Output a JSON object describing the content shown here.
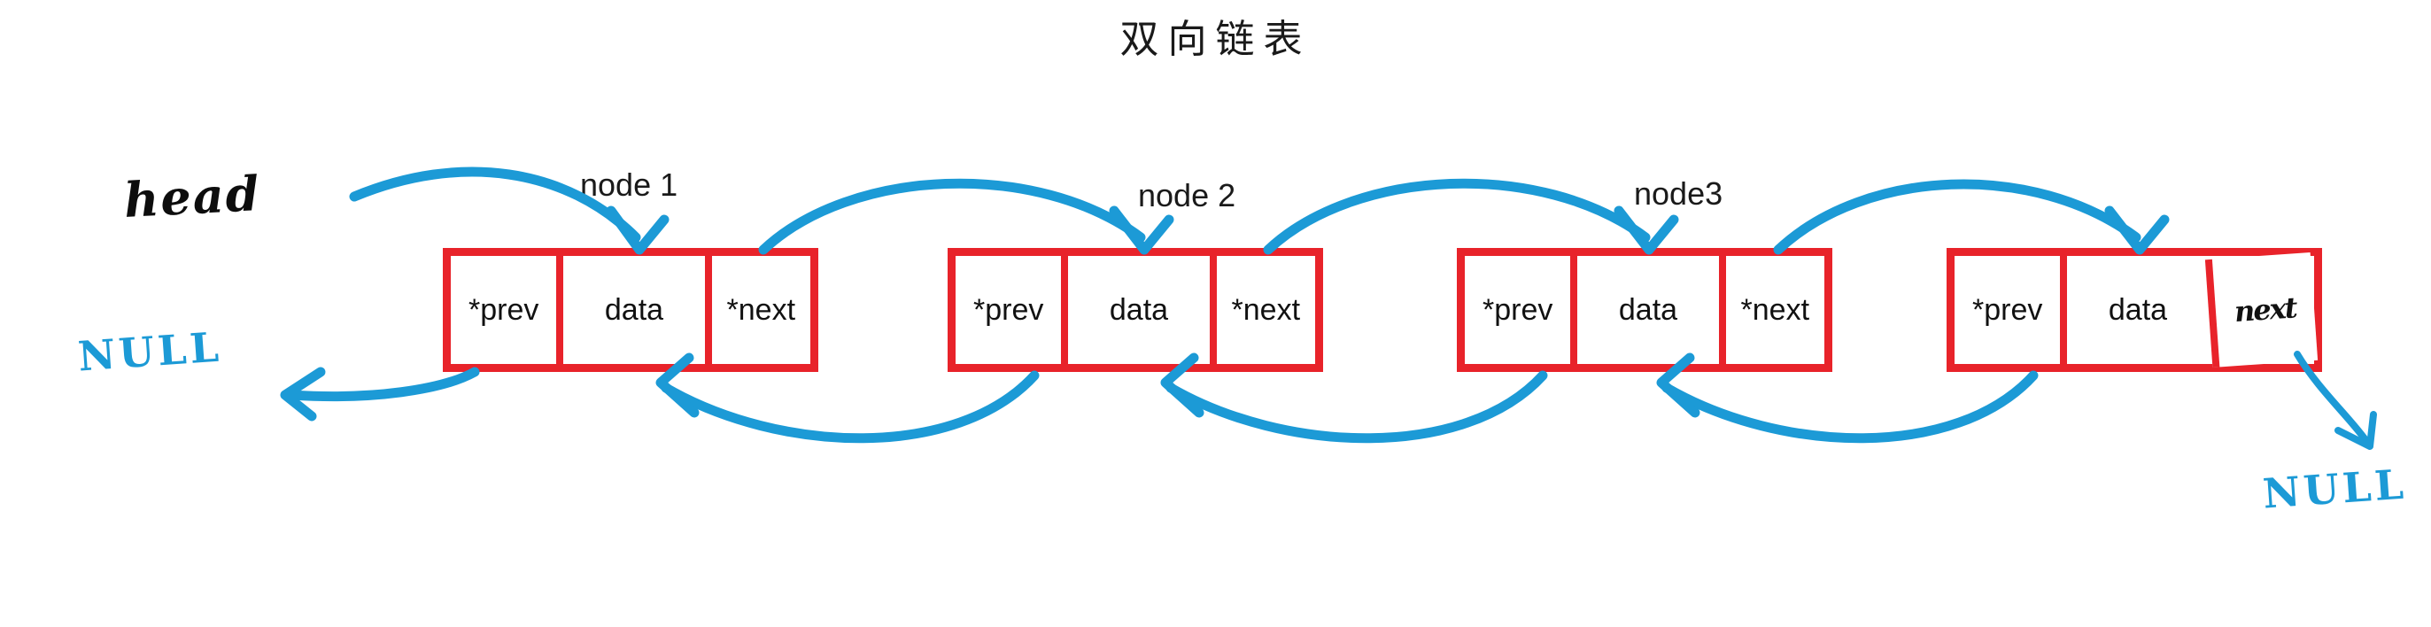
{
  "title": "双向链表",
  "accent_colors": {
    "box_red": "#e8232a",
    "ink_blue": "#1c9ad6",
    "text_black": "#111111"
  },
  "cell_labels": {
    "prev": "*prev",
    "data": "data",
    "next": "*next",
    "next_handwritten": "next"
  },
  "nodes": [
    {
      "label": "node 1",
      "cells": {
        "prev": "*prev",
        "data": "data",
        "next": "*next"
      },
      "next_is_handwritten": false
    },
    {
      "label": "node 2",
      "cells": {
        "prev": "*prev",
        "data": "data",
        "next": "*next"
      },
      "next_is_handwritten": false
    },
    {
      "label": "node3",
      "cells": {
        "prev": "*prev",
        "data": "data",
        "next": "*next"
      },
      "next_is_handwritten": false
    },
    {
      "label": "",
      "cells": {
        "prev": "*prev",
        "data": "data",
        "next": "next"
      },
      "next_is_handwritten": true
    }
  ],
  "annotations": {
    "head": "head",
    "null_left": "NULL",
    "null_right": "NULL"
  }
}
